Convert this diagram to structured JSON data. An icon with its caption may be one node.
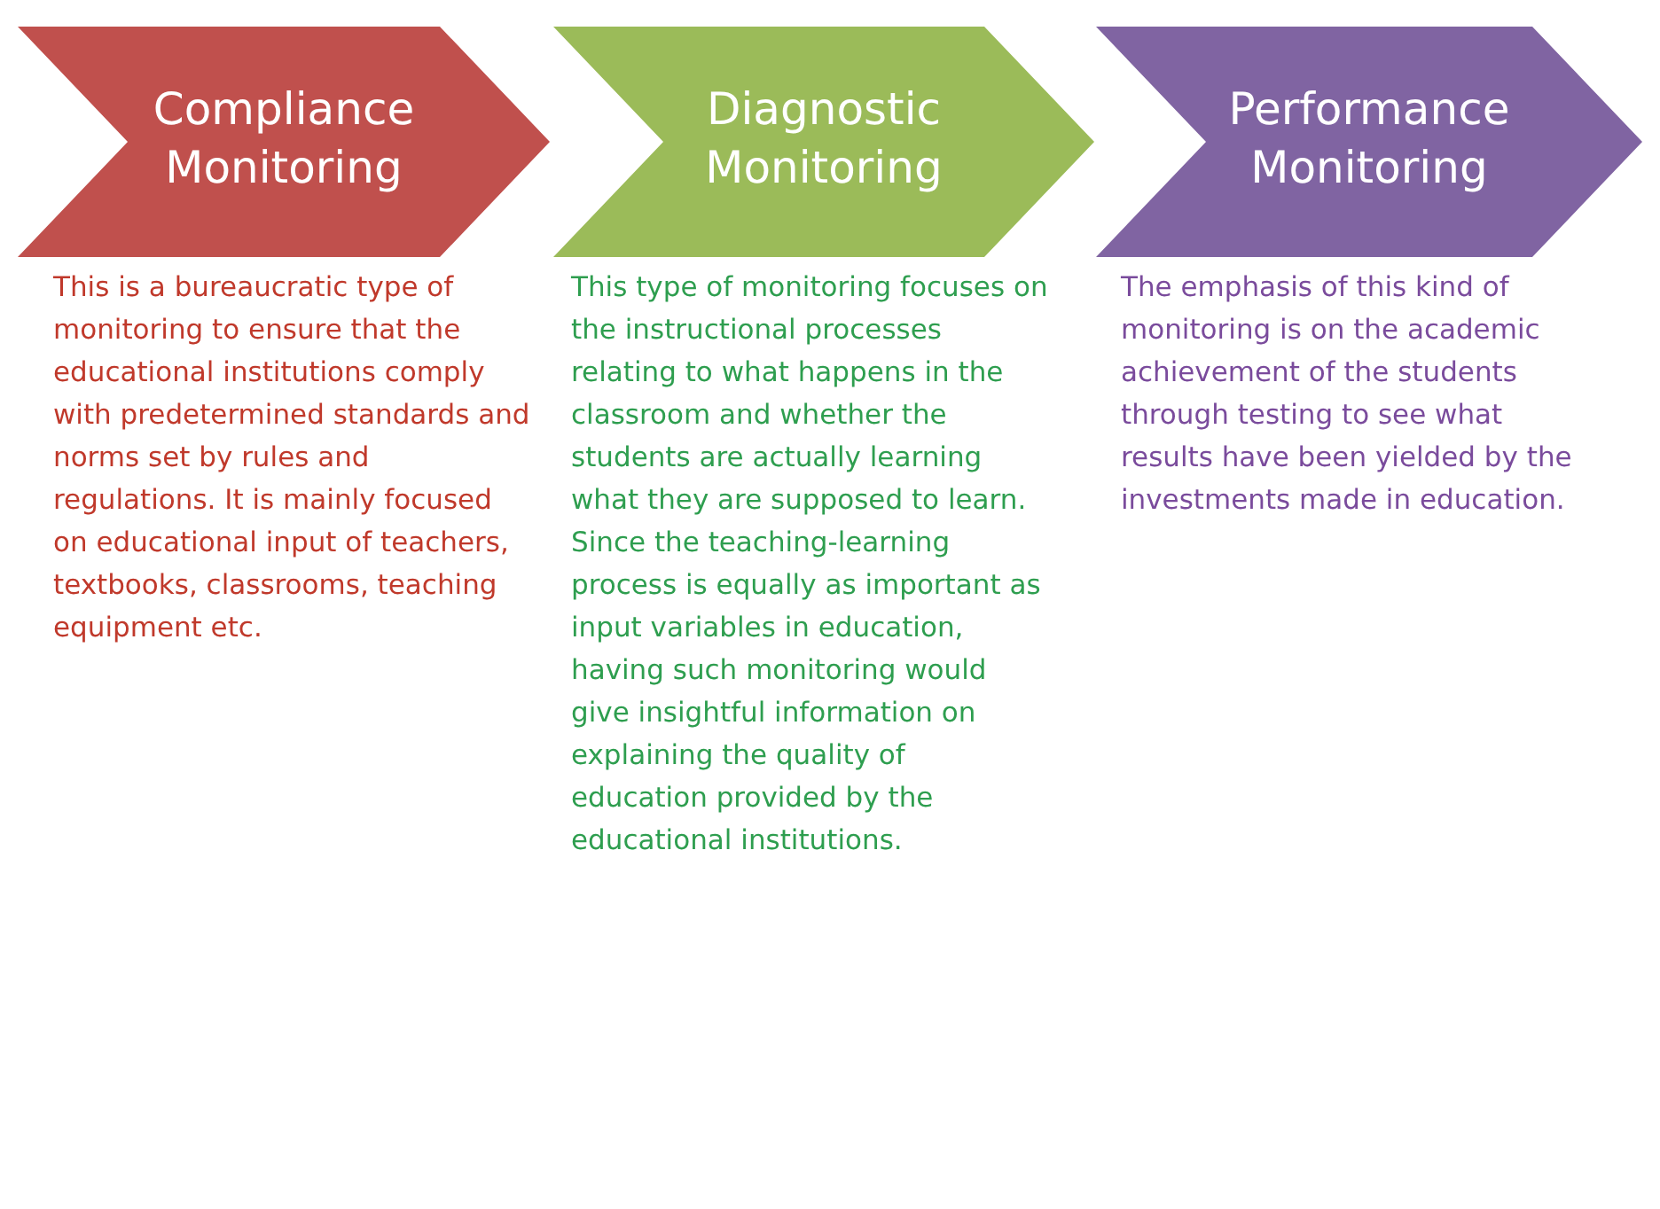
{
  "diagram": {
    "nodes": [
      {
        "text": [
          "Compliance Monitoring"
        ],
        "beside": [
          "This is a bureaucratic type of monitoring to ensure that the educational institutions comply with predetermined standards and norms set by rules and regulations. It is mainly focused on educational input of teachers, textbooks, classrooms, teaching equipment etc."
        ]
      },
      {
        "text": [
          "Diagnostic Monitoring"
        ],
        "beside": [
          "This type of monitoring focuses on the instructional processes relating to what happens in the classroom and whether the students are actually learning what they are supposed to learn. Since the teaching-learning process is equally as important as input variables in education, having such monitoring would give insightful information on explaining the quality of education provided by the educational institutions."
        ]
      },
      {
        "text": [
          "Performance Monitoring"
        ],
        "beside": [
          "The emphasis of this kind of monitoring is on the academic achievement of the students through testing to see what results have been yielded by the investments made in education."
        ]
      }
    ]
  }
}
